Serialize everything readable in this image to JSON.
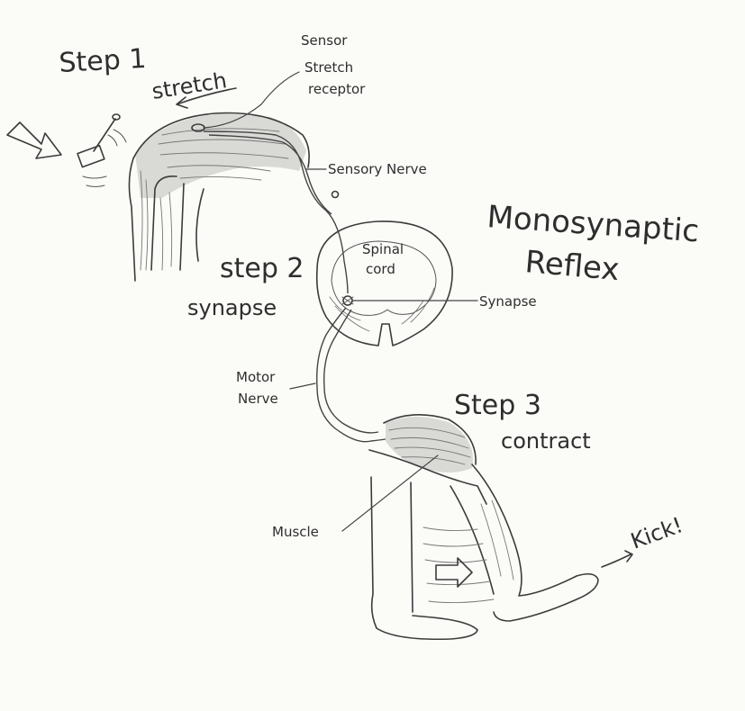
{
  "title_lines": [
    "Monosynaptic",
    "Reflex"
  ],
  "steps": [
    {
      "label": "Step 1",
      "action": "stretch"
    },
    {
      "label": "step 2",
      "action": "synapse"
    },
    {
      "label": "Step 3",
      "action": "contract"
    }
  ],
  "labels": {
    "sensor": "Sensor",
    "stretch_receptor_line1": "Stretch",
    "stretch_receptor_line2": "receptor",
    "sensory_nerve": "Sensory Nerve",
    "spinal_cord_line1": "Spinal",
    "spinal_cord_line2": "cord",
    "synapse": "Synapse",
    "motor_nerve_line1": "Motor",
    "motor_nerve_line2": "Nerve",
    "muscle": "Muscle",
    "kick": "Kick!"
  }
}
